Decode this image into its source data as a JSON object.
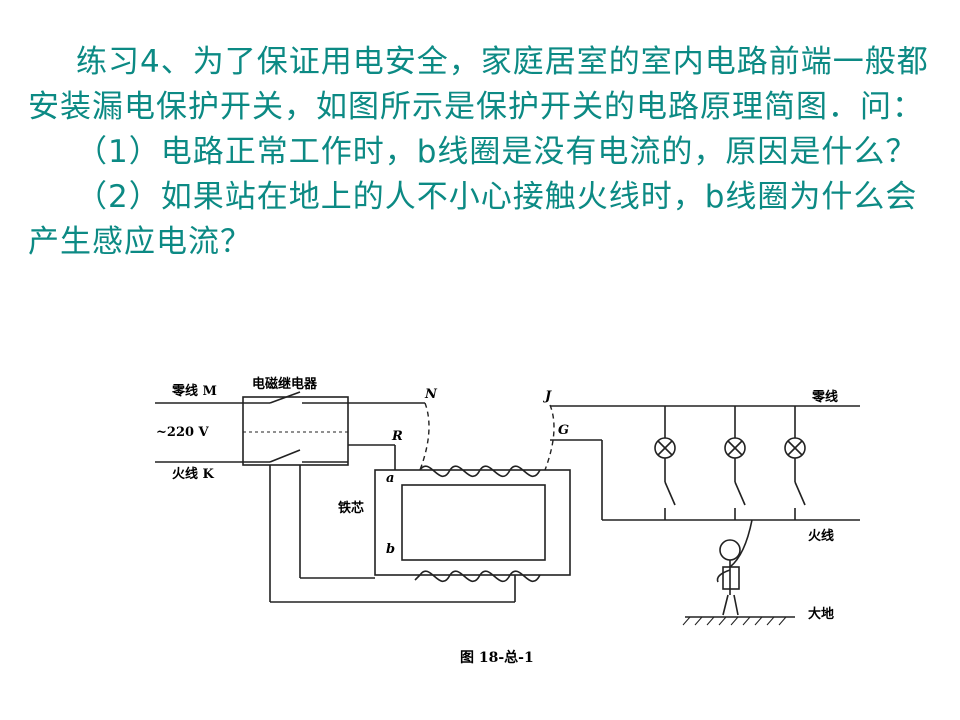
{
  "paragraphs": [
    "练习4、为了保证用电安全，家庭居室的室内电路前端一般都安装漏电保护开关，如图所示是保护开关的电路原理简图．问：",
    "（1）电路正常工作时，b线圈是没有电流的，原因是什么？",
    "（2）如果站在地上的人不小心接触火线时，b线圈为什么会产生感应电流？"
  ],
  "diagram": {
    "neutral_m": "零线 M",
    "relay": "电磁继电器",
    "voltage": "~220 V",
    "live_k": "火线 K",
    "n": "N",
    "r": "R",
    "j": "J",
    "g": "G",
    "a": "a",
    "b": "b",
    "core": "铁芯",
    "neutral_right": "零线",
    "live_right": "火线",
    "earth": "大地",
    "caption": "图 18-总-1"
  }
}
